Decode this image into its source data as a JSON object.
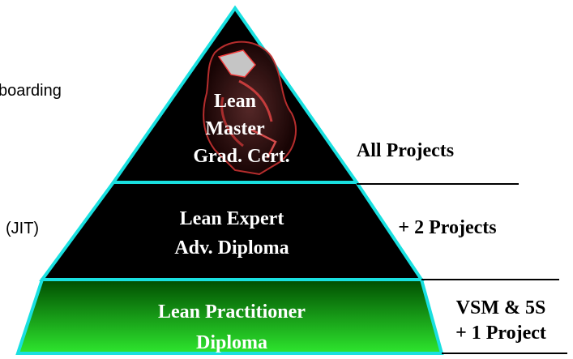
{
  "left_labels": [
    "boarding",
    "(JIT)"
  ],
  "tiers": [
    {
      "lines": [
        "Lean",
        "Master",
        "Grad. Cert."
      ],
      "requirement": [
        "All Projects"
      ]
    },
    {
      "lines": [
        "Lean Expert",
        "Adv. Diploma"
      ],
      "requirement": [
        "+ 2 Projects"
      ]
    },
    {
      "lines": [
        "Lean Practitioner",
        "Diploma"
      ],
      "requirement": [
        "VSM & 5S",
        "+ 1 Project"
      ]
    }
  ],
  "colors": {
    "outline": "#19e0e0",
    "tier_fill": "#000000",
    "base_gradient": [
      "#004d00",
      "#29e829"
    ],
    "text_on_tier": "#ffffff"
  }
}
